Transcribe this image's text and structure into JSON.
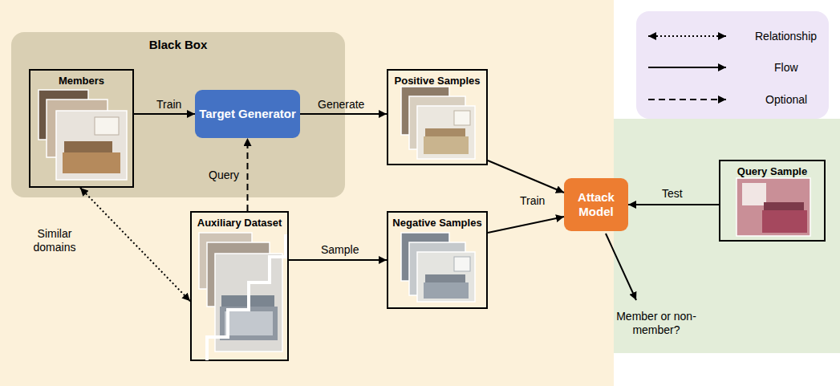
{
  "diagram": {
    "nodes": [
      {
        "text": [
          "Black Box"
        ]
      },
      {
        "text": [
          "Members"
        ],
        "in": 0
      },
      {
        "text": [
          "Target Generator"
        ],
        "in": 0
      },
      {
        "text": [
          "Positive Samples"
        ]
      },
      {
        "text": [
          "Auxiliary Dataset"
        ]
      },
      {
        "text": [
          "Negative Samples"
        ]
      },
      {
        "text": [
          "Attack Model"
        ]
      },
      {
        "text": [
          "Query Sample"
        ]
      }
    ],
    "edges": [
      {
        "from": 1,
        "to": 2,
        "arrow": "to",
        "label": "Train"
      },
      {
        "from": 2,
        "to": 3,
        "arrow": "to",
        "label": "Generate"
      },
      {
        "from": 1,
        "to": 4,
        "arrow": "both",
        "label": "Similar domains"
      },
      {
        "from": 4,
        "to": 2,
        "arrow": "to",
        "label": "Query"
      },
      {
        "from": 4,
        "to": 5,
        "arrow": "to",
        "label": "Sample"
      },
      {
        "from": 3,
        "to": 6,
        "arrow": "to",
        "label": "Train"
      },
      {
        "from": 5,
        "to": 6,
        "arrow": "to"
      },
      {
        "from": 7,
        "to": 6,
        "arrow": "to",
        "label": "Test"
      }
    ],
    "labels": [
      "Member or non-member?"
    ],
    "legend": [
      {
        "text": "Relationship"
      },
      {
        "text": "Flow"
      },
      {
        "text": "Optional"
      }
    ]
  }
}
